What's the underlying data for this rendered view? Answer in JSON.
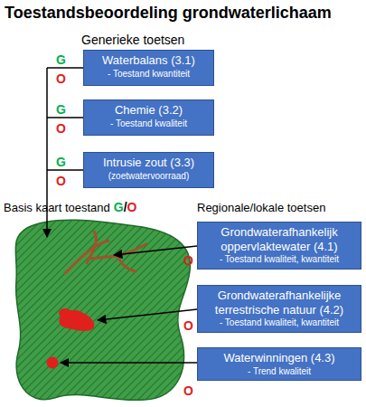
{
  "diagram": {
    "title": "Toestandsbeoordeling grondwaterlichaam",
    "nodes": [
      {
        "text": [
          "Waterbalans (3.1)",
          "- Toestand kwantiteit"
        ]
      },
      {
        "text": [
          "Chemie (3.2)",
          "- Toestand kwaliteit"
        ]
      },
      {
        "text": [
          "Intrusie zout (3.3)",
          "(zoetwatervoorraad)"
        ]
      },
      {
        "text": [
          "Grondwaterafhankelijk oppervlaktewater (4.1)",
          "- Toestand kwaliteit, kwantiteit"
        ]
      },
      {
        "text": [
          "Grondwaterafhankelijke terrestrische natuur (4.2)",
          "- Toestand kwaliteit, kwantiteit"
        ]
      },
      {
        "text": [
          "Waterwinningen (4.3)",
          "- Trend kwaliteit"
        ]
      }
    ],
    "labels": [
      "Generieke toetsen",
      "G",
      "O",
      "G",
      "O",
      "G",
      "O",
      "Basis kaart toestand",
      "G",
      "/",
      "O",
      "Regionale/lokale toetsen",
      "O",
      "O",
      "O"
    ]
  }
}
